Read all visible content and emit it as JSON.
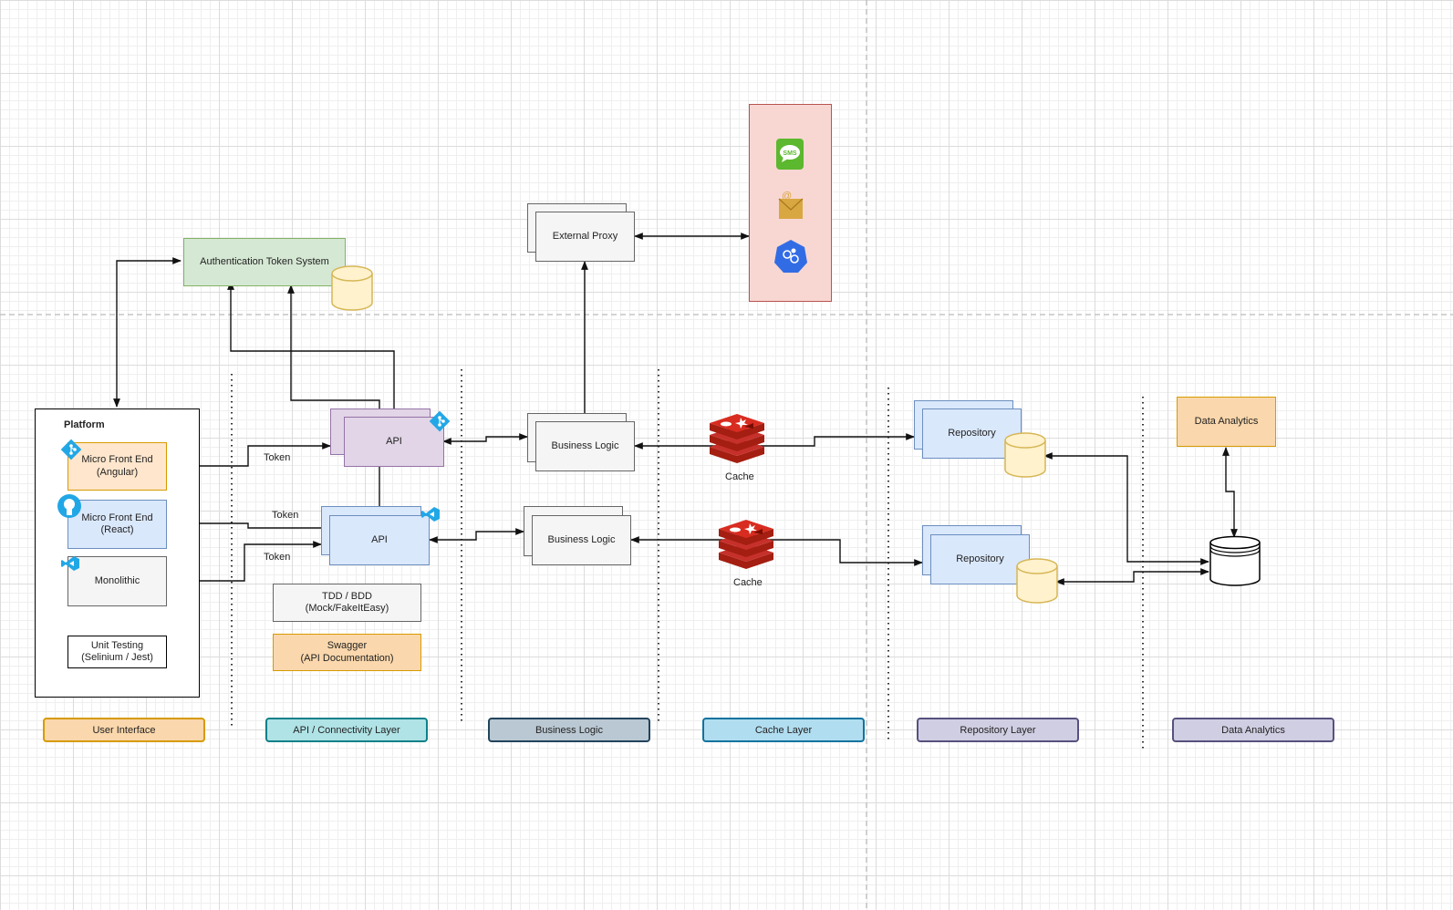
{
  "platform": {
    "title": "Platform",
    "angular": "Micro Front End\n(Angular)",
    "react": "Micro Front End\n(React)",
    "monolithic": "Monolithic",
    "unit_testing": "Unit Testing\n(Selinium / Jest)"
  },
  "auth": {
    "label": "Authentication Token System"
  },
  "api": {
    "top": "API",
    "bottom": "API"
  },
  "tokens": {
    "t1": "Token",
    "t2": "Token",
    "t3": "Token"
  },
  "tools": {
    "tdd": "TDD / BDD\n(Mock/FakeItEasy)",
    "swagger": "Swagger\n(API Documentation)"
  },
  "external_proxy": {
    "label": "External Proxy"
  },
  "business_logic": {
    "top": "Business Logic",
    "bottom": "Business Logic"
  },
  "cache": {
    "top": "Cache",
    "bottom": "Cache"
  },
  "repository": {
    "top": "Repository",
    "bottom": "Repository"
  },
  "data_analytics": {
    "label": "Data Analytics"
  },
  "lanes": {
    "ui": "User Interface",
    "api": "API / Connectivity Layer",
    "business": "Business Logic",
    "cache": "Cache Layer",
    "repository": "Repository Layer",
    "analytics": "Data Analytics"
  },
  "external_services": [
    "sms-icon",
    "email-icon",
    "api-service-icon"
  ],
  "colors": {
    "orange_fill": "#fad7ac",
    "orange_stroke": "#d79b00",
    "blue_fill": "#dae8fc",
    "blue_stroke": "#6c8ebf",
    "purple_fill": "#e1d5e7",
    "purple_stroke": "#9673a6",
    "green_fill": "#d5e8d4",
    "green_stroke": "#82b366",
    "red_fill": "#f8d7d3",
    "red_stroke": "#b85450",
    "db_fill": "#fff2cc",
    "db_stroke": "#d6b656",
    "grey_fill": "#f5f5f5",
    "grey_stroke": "#666666",
    "redis_red": "#c6302b"
  }
}
